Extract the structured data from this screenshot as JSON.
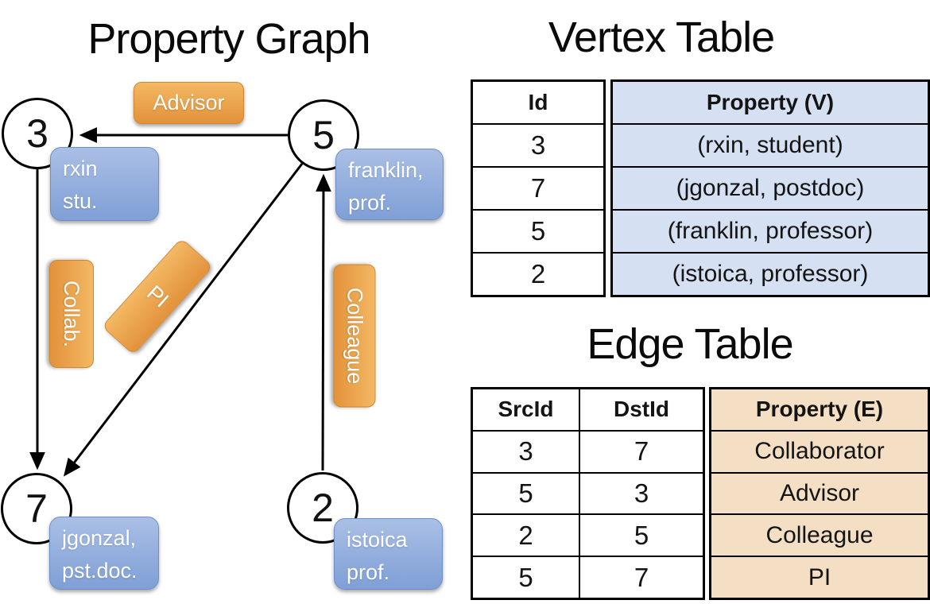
{
  "titles": {
    "graph": "Property Graph",
    "vertex_table": "Vertex Table",
    "edge_table": "Edge Table"
  },
  "graph": {
    "nodes": {
      "n3": {
        "id": "3",
        "prop_line1": "rxin",
        "prop_line2": "stu."
      },
      "n5": {
        "id": "5",
        "prop_line1": "franklin,",
        "prop_line2": "prof."
      },
      "n7": {
        "id": "7",
        "prop_line1": "jgonzal,",
        "prop_line2": "pst.doc."
      },
      "n2": {
        "id": "2",
        "prop_line1": "istoica",
        "prop_line2": "prof."
      }
    },
    "edge_labels": {
      "advisor": "Advisor",
      "collab": "Collab.",
      "pi": "PI",
      "colleague": "Colleague"
    }
  },
  "vertex_table": {
    "columns": [
      "Id",
      "Property (V)"
    ],
    "rows": [
      {
        "id": "3",
        "property": "(rxin, student)"
      },
      {
        "id": "7",
        "property": "(jgonzal, postdoc)"
      },
      {
        "id": "5",
        "property": "(franklin, professor)"
      },
      {
        "id": "2",
        "property": "(istoica, professor)"
      }
    ]
  },
  "edge_table": {
    "columns": [
      "SrcId",
      "DstId",
      "Property (E)"
    ],
    "rows": [
      {
        "src": "3",
        "dst": "7",
        "property": "Collaborator"
      },
      {
        "src": "5",
        "dst": "3",
        "property": "Advisor"
      },
      {
        "src": "2",
        "dst": "5",
        "property": "Colleague"
      },
      {
        "src": "5",
        "dst": "7",
        "property": "PI"
      }
    ]
  },
  "colors": {
    "edge_label_fill_top": "#f4b864",
    "edge_label_fill_bottom": "#e2923a",
    "vertex_box_fill_top": "#aabfe5",
    "vertex_box_fill_bottom": "#7f9fd6",
    "vertex_table_property_fill": "#d5e0f3",
    "edge_table_property_fill": "#f5dfc4",
    "line_color": "#000000"
  }
}
